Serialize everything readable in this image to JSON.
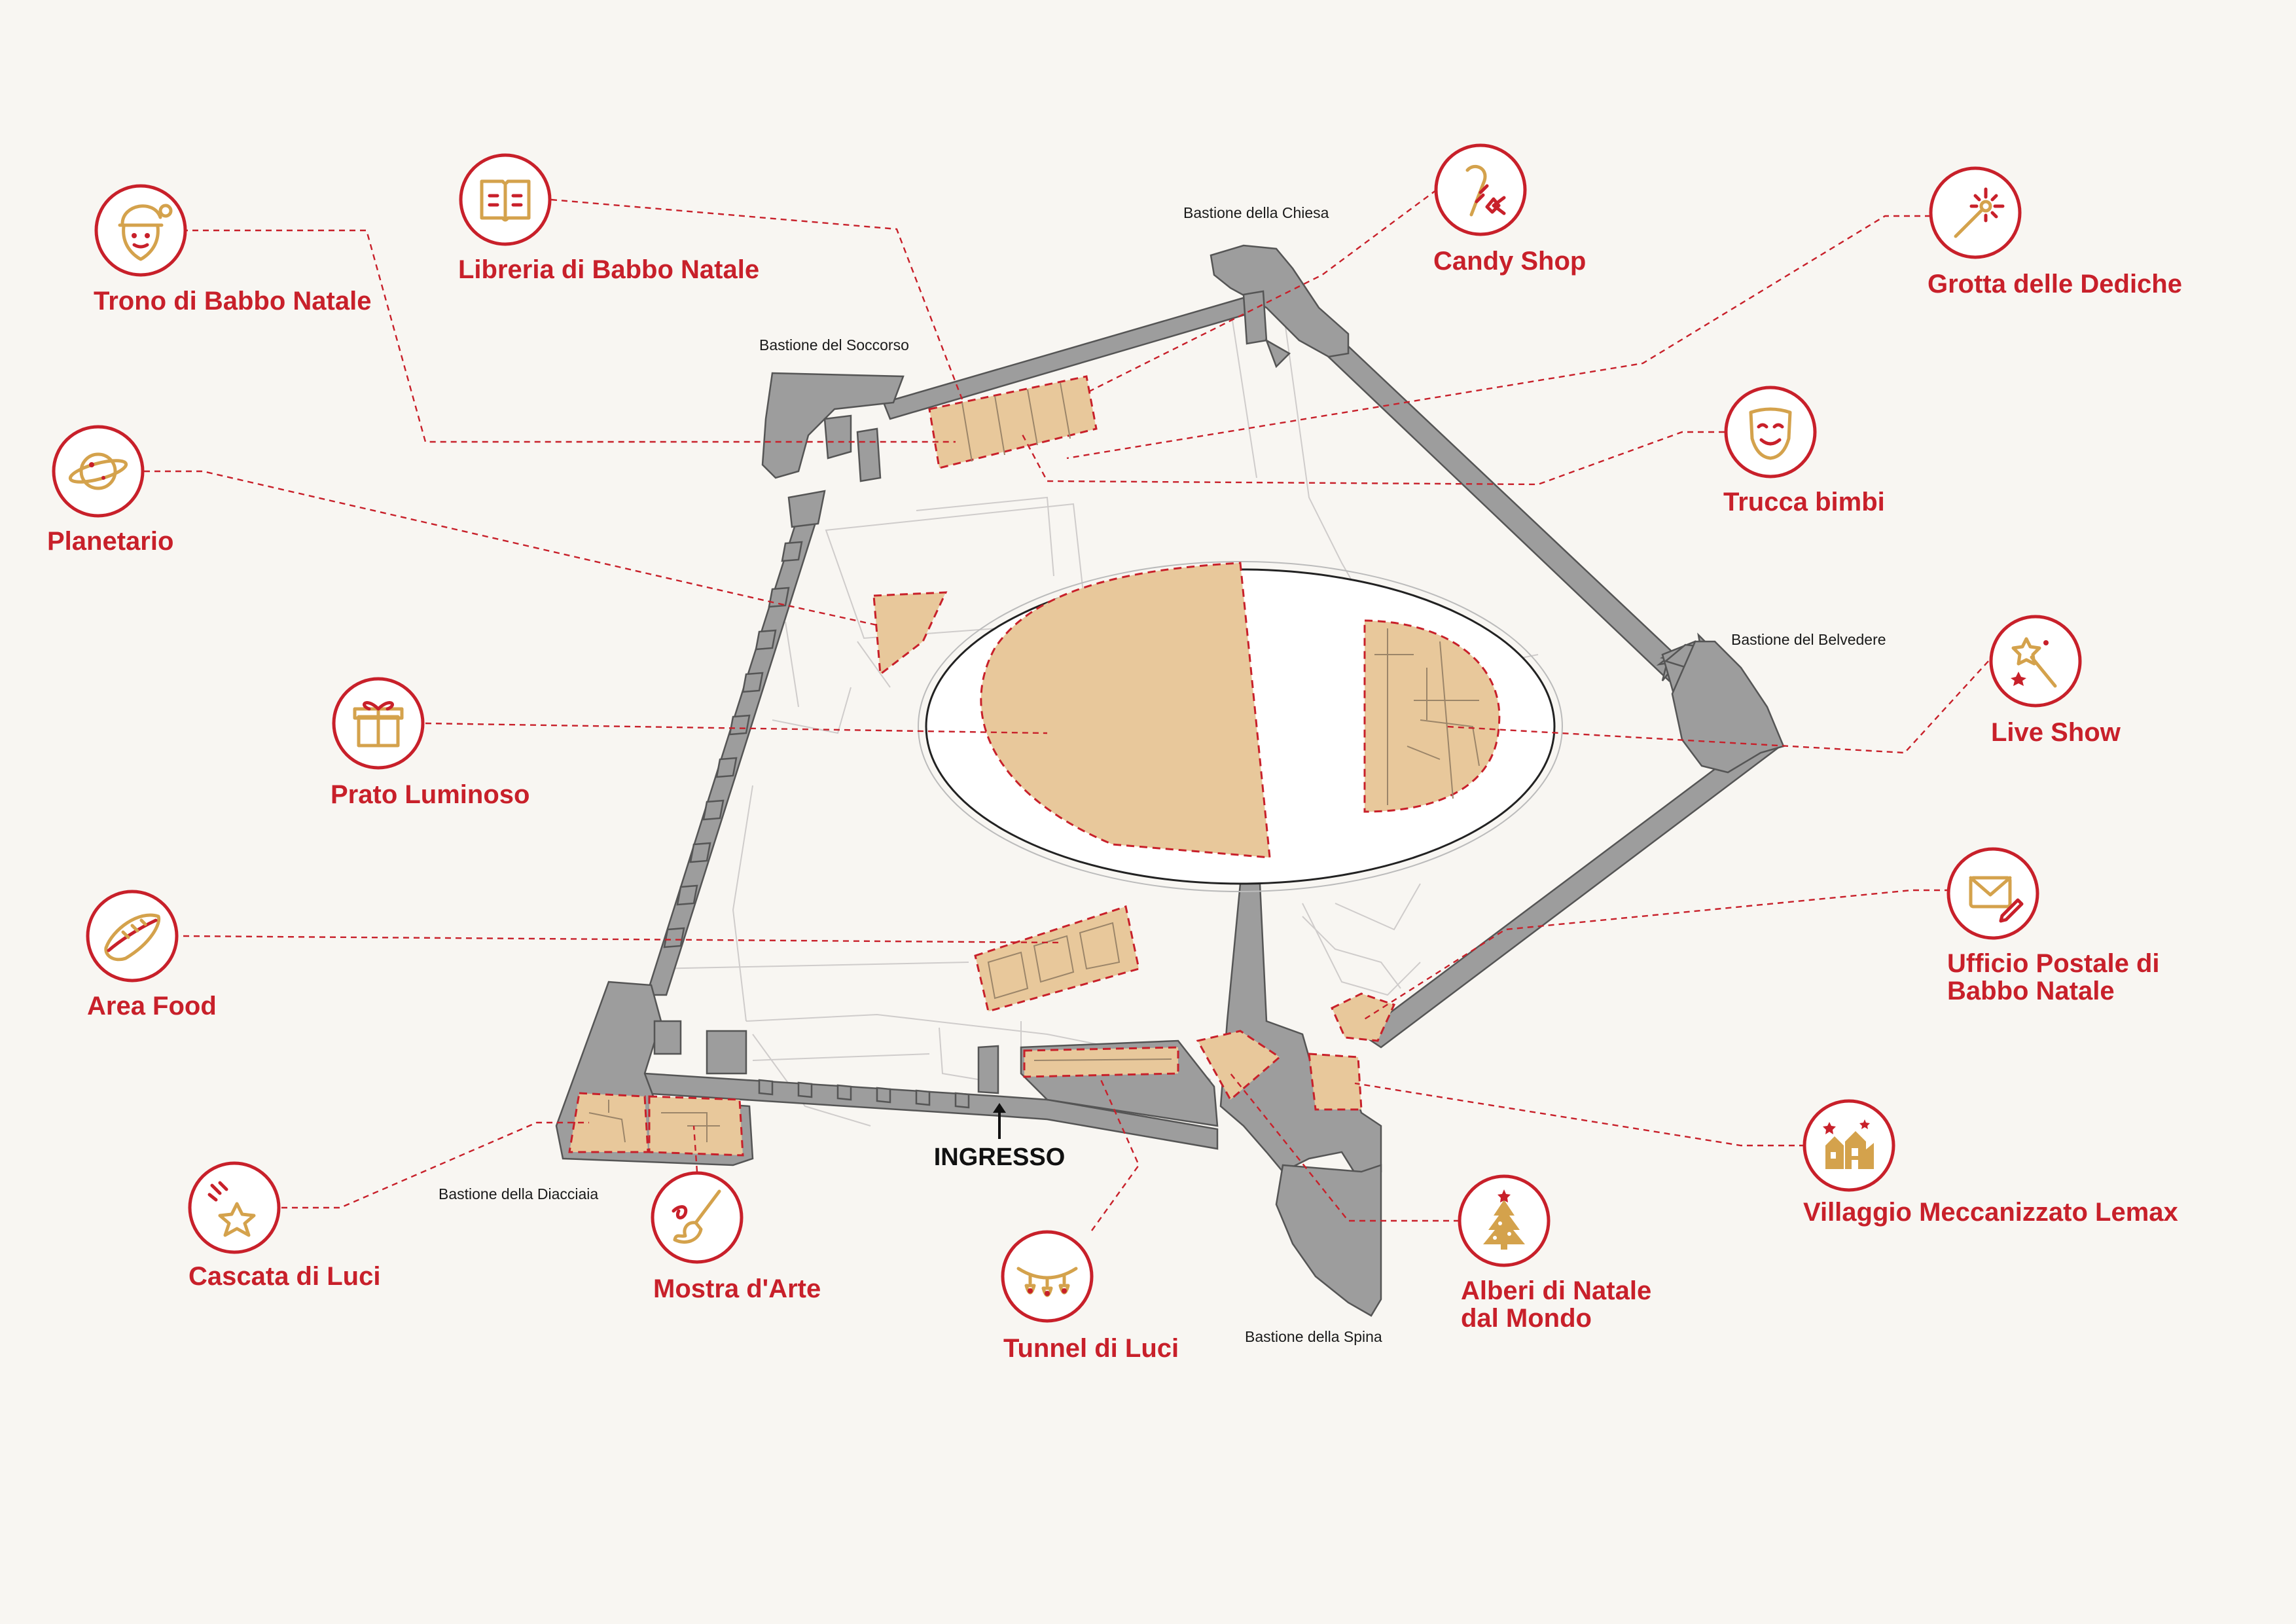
{
  "colors": {
    "accent": "#c8202a",
    "zone": "#e8c89b",
    "icon": "#d4a24c",
    "wall": "#9d9d9d",
    "background": "#f8f6f2"
  },
  "entrance": {
    "label": "INGRESSO"
  },
  "bastions": [
    {
      "id": "soccorso",
      "name": "Bastione del Soccorso"
    },
    {
      "id": "chiesa",
      "name": "Bastione della Chiesa"
    },
    {
      "id": "belvedere",
      "name": "Bastione del Belvedere"
    },
    {
      "id": "diacciaia",
      "name": "Bastione della Diacciaia"
    },
    {
      "id": "spina",
      "name": "Bastione della Spina"
    }
  ],
  "pois": [
    {
      "id": "trono",
      "label": "Trono di Babbo Natale",
      "icon": "santa-icon"
    },
    {
      "id": "libreria",
      "label": "Libreria di Babbo Natale",
      "icon": "book-icon"
    },
    {
      "id": "candy",
      "label": "Candy Shop",
      "icon": "candy-cane-icon"
    },
    {
      "id": "grotta",
      "label": "Grotta delle Dediche",
      "icon": "magic-wand-icon"
    },
    {
      "id": "planetario",
      "label": "Planetario",
      "icon": "planet-icon"
    },
    {
      "id": "trucca",
      "label": "Trucca bimbi",
      "icon": "face-mask-icon"
    },
    {
      "id": "prato",
      "label": "Prato Luminoso",
      "icon": "gift-icon"
    },
    {
      "id": "live",
      "label": "Live Show",
      "icon": "star-wand-icon"
    },
    {
      "id": "food",
      "label": "Area Food",
      "icon": "sandwich-icon"
    },
    {
      "id": "ufficio",
      "label_lines": [
        "Ufficio Postale di",
        "Babbo Natale"
      ],
      "icon": "letter-icon"
    },
    {
      "id": "villaggio",
      "label": "Villaggio Meccanizzato Lemax",
      "icon": "village-icon"
    },
    {
      "id": "cascata",
      "label": "Cascata di Luci",
      "icon": "falling-star-icon"
    },
    {
      "id": "mostra",
      "label": "Mostra d'Arte",
      "icon": "paintbrush-icon"
    },
    {
      "id": "tunnel",
      "label": "Tunnel di Luci",
      "icon": "light-garland-icon"
    },
    {
      "id": "alberi",
      "label_lines": [
        "Alberi di Natale",
        "dal Mondo"
      ],
      "icon": "christmas-tree-icon"
    }
  ]
}
